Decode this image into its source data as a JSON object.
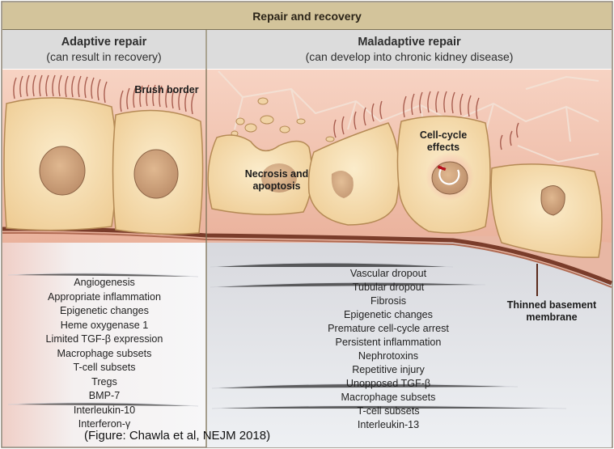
{
  "header": {
    "title": "Repair and recovery"
  },
  "adaptive": {
    "title": "Adaptive repair",
    "subtitle": "(can result in recovery)",
    "items": [
      "Angiogenesis",
      "Appropriate inflammation",
      "Epigenetic changes",
      "Heme oxygenase 1",
      "Limited TGF-β expression",
      "Macrophage subsets",
      "T-cell subsets",
      "Tregs",
      "BMP-7",
      "Interleukin-10",
      "Interferon-γ"
    ]
  },
  "maladaptive": {
    "title": "Maladaptive repair",
    "subtitle": "(can develop into chronic kidney disease)",
    "items": [
      "Vascular dropout",
      "Tubular dropout",
      "Fibrosis",
      "Epigenetic changes",
      "Premature cell-cycle arrest",
      "Persistent inflammation",
      "Nephrotoxins",
      "Repetitive injury",
      "Unopposed TGF-β",
      "Macrophage subsets",
      "T-cell subsets",
      "Interleukin-13"
    ]
  },
  "labels": {
    "brush_border": "Brush border",
    "necrosis": "Necrosis and apoptosis",
    "cell_cycle": "Cell-cycle effects",
    "basement": "Thinned basement membrane"
  },
  "citation": "(Figure: Chawla et al, NEJM 2018)",
  "colors": {
    "header_bg": "#d3c49b",
    "subheader_bg": "#dcdcdc",
    "cell_fill": "#f4dcae",
    "membrane": "#7a3c2a",
    "tissue": "#f6c8b4",
    "interstitium": "#dcdde1"
  }
}
